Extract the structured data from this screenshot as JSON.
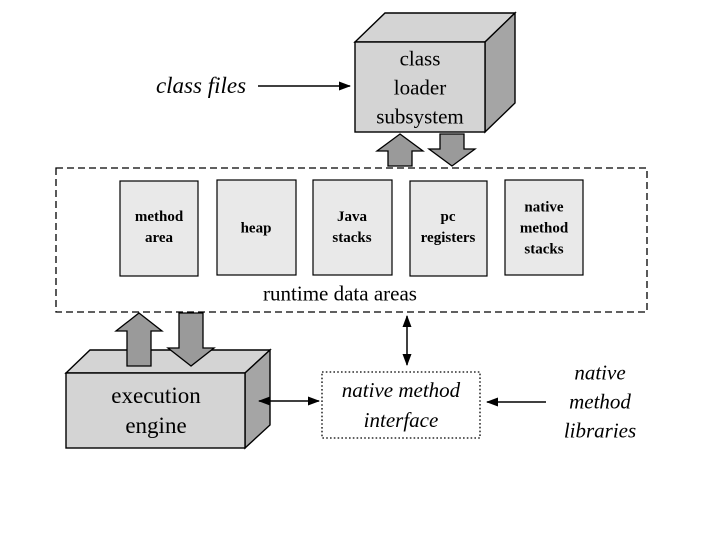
{
  "colors": {
    "background": "#ffffff",
    "face_light": "#d4d4d4",
    "face_dark": "#a5a5a5",
    "box_fill": "#e9e9e9",
    "arrow_fill": "#9a9a9a",
    "line": "#000000"
  },
  "labels": {
    "class_files": "class files",
    "class_loader": [
      "class",
      "loader",
      "subsystem"
    ],
    "runtime_title": "runtime data areas",
    "execution_engine": [
      "execution",
      "engine"
    ],
    "native_method_interface": [
      "native method",
      "interface"
    ],
    "native_method_libraries": [
      "native",
      "method",
      "libraries"
    ]
  },
  "runtime_boxes": [
    {
      "lines": [
        "method",
        "area"
      ]
    },
    {
      "lines": [
        "heap"
      ]
    },
    {
      "lines": [
        "Java",
        "stacks"
      ]
    },
    {
      "lines": [
        "pc",
        "registers"
      ]
    },
    {
      "lines": [
        "native",
        "method",
        "stacks"
      ]
    }
  ]
}
